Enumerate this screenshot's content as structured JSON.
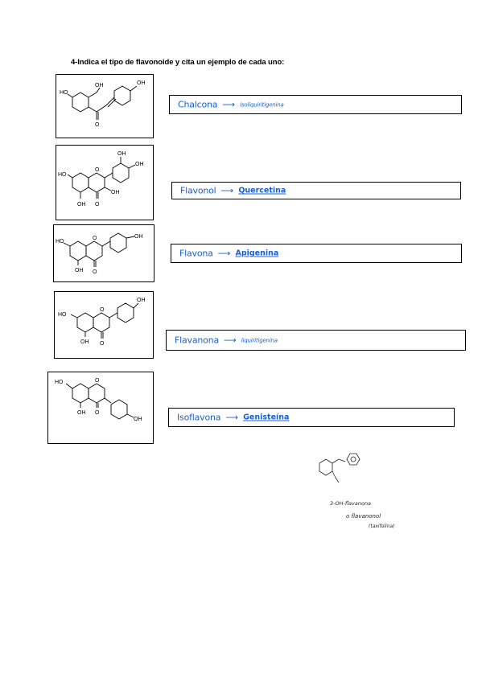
{
  "title": "4-Indica el tipo de flavonoide y cita un ejemplo de cada uno:",
  "arrow_glyph": "⟶",
  "rows": [
    {
      "class_name": "Chalcona",
      "example": "Isoliquiritigenina",
      "structure_icon": "chalcone-structure"
    },
    {
      "class_name": "Flavonol",
      "example": "Quercetina",
      "structure_icon": "flavonol-structure"
    },
    {
      "class_name": "Flavona",
      "example": "Apigenina",
      "structure_icon": "flavone-structure"
    },
    {
      "class_name": "Flavanona",
      "example": "liquiritigenina",
      "structure_icon": "flavanone-structure"
    },
    {
      "class_name": "Isoflavona",
      "example": "Genisteína",
      "structure_icon": "isoflavone-structure"
    }
  ],
  "structure_labels": {
    "oh": "OH",
    "ho": "HO",
    "o": "O"
  },
  "notes": {
    "line1": "3-OH-flavanona",
    "line2": "o flavanonol",
    "line3": "(taxifolina)"
  },
  "ink_color": "#1a5fd4"
}
